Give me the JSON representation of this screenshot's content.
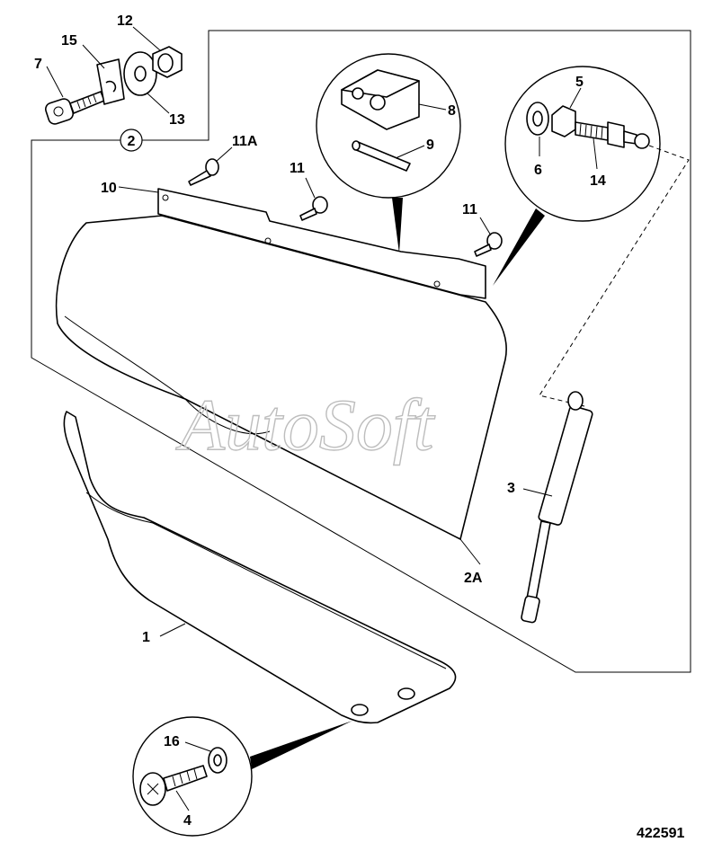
{
  "labels": {
    "l12": "12",
    "l15": "15",
    "l7": "7",
    "l13": "13",
    "l2": "2",
    "l11a": "11A",
    "l8": "8",
    "l9": "9",
    "l5": "5",
    "l6": "6",
    "l14": "14",
    "l10": "10",
    "l11_mid": "11",
    "l11_right": "11",
    "l3": "3",
    "l2a": "2A",
    "l1": "1",
    "l16": "16",
    "l4": "4"
  },
  "watermark": "AutoSoft",
  "figure_number": "422591"
}
